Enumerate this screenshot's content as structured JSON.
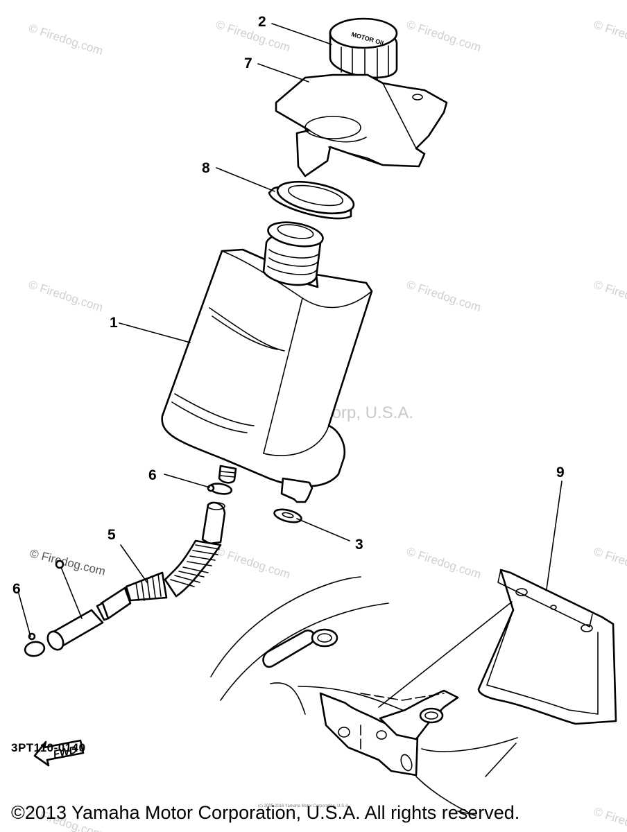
{
  "diagram_code": "3PT110-0140",
  "copyright": "©2013 Yamaha Motor Corporation, U.S.A. All rights reserved.",
  "fine_print": "(c) 2005-2016 Yamaha Motor Corporation, U.S.A.",
  "watermark_center": "Yamaha Motor Corp, U.S.A.",
  "watermark_site": "© Firedog.com",
  "fwd_label": "FWD",
  "parts": [
    {
      "ref": "1"
    },
    {
      "ref": "2"
    },
    {
      "ref": "3"
    },
    {
      "ref": "5"
    },
    {
      "ref": "6"
    },
    {
      "ref": "6"
    },
    {
      "ref": "7"
    },
    {
      "ref": "8"
    },
    {
      "ref": "9"
    }
  ],
  "colors": {
    "line": "#000000",
    "watermark": "#d0d0d0",
    "background": "#ffffff"
  }
}
